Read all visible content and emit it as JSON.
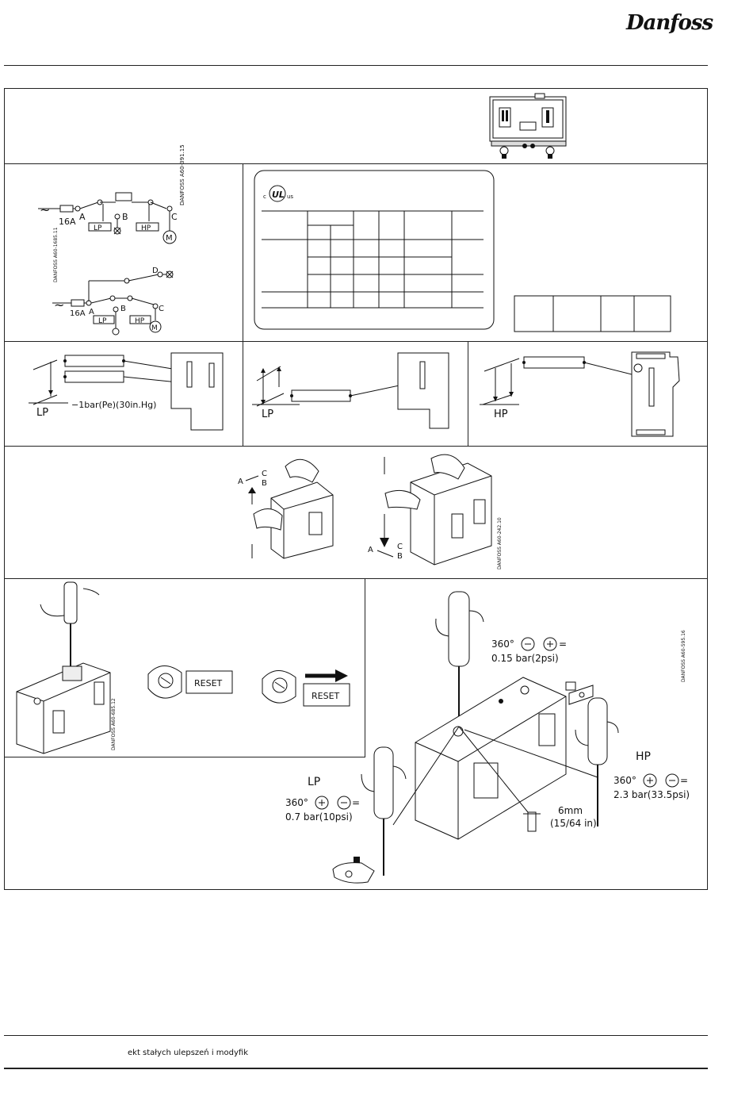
{
  "brand": {
    "logo_text": "Danfoss"
  },
  "wiring": {
    "fuse": "16A",
    "terminal_a": "A",
    "terminal_b": "B",
    "terminal_c": "C",
    "terminal_d": "D",
    "lp": "LP",
    "hp": "HP",
    "motor": "M",
    "code1": "DANFOSS A60-391.15",
    "code2": "DANFOSS A60-1685.11"
  },
  "ul": {
    "c": "c",
    "mark": "UL",
    "us": "us"
  },
  "adjust_scale": {
    "lp_label": "LP",
    "hp_label": "HP",
    "vacuum_text": "−1bar(Pe)(30in.Hg)"
  },
  "test": {
    "a": "A",
    "b": "B",
    "c": "C",
    "code": "DANFOSS A60-242.10"
  },
  "reset": {
    "reset_label": "RESET",
    "code": "DANFOSS A60-685.12"
  },
  "setting": {
    "code": "DANFOSS A60-595.16",
    "deg": "360°",
    "top_value": "0.15  bar(2psi)",
    "lp_label": "LP",
    "lp_value": "0.7  bar(10psi)",
    "hp_label": "HP",
    "hp_value": "2.3  bar(33.5psi)",
    "gap": "6mm",
    "gap_in": "(15/64 in)",
    "eq": "="
  },
  "footer": {
    "note": "ekt stałych ulepszeń i modyfik"
  }
}
